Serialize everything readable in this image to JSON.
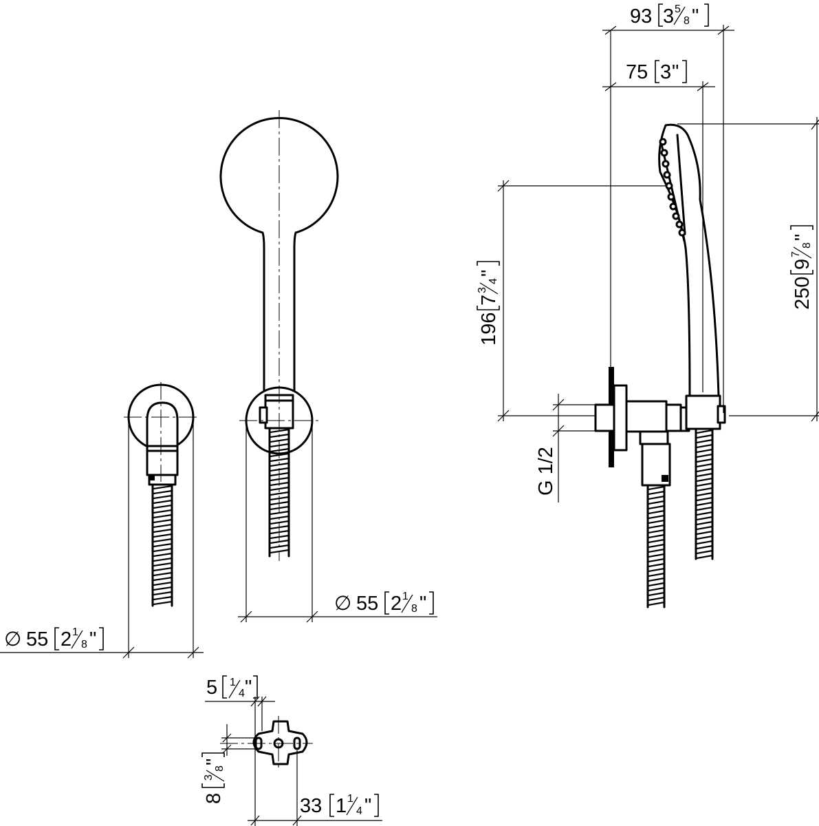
{
  "dimensions": {
    "overall_depth": {
      "mm": "93",
      "inch": "3",
      "frac_num": "5",
      "frac_den": "8",
      "unit": "\""
    },
    "head_depth": {
      "mm": "75",
      "inch": "3",
      "unit": "\""
    },
    "overall_height": {
      "mm": "250",
      "inch": "9",
      "frac_num": "7",
      "frac_den": "8",
      "unit": "\""
    },
    "outlet_height": {
      "mm": "196",
      "inch": "7",
      "frac_num": "3",
      "frac_den": "4",
      "unit": "\""
    },
    "thread": {
      "label": "G 1/2"
    },
    "rosette_diameter_left": {
      "symbol": "∅",
      "mm": "55",
      "inch": "2",
      "frac_num": "1",
      "frac_den": "8",
      "unit": "\""
    },
    "rosette_diameter_right": {
      "symbol": "∅",
      "mm": "55",
      "inch": "2",
      "frac_num": "1",
      "frac_den": "8",
      "unit": "\""
    },
    "plate_thickness": {
      "mm": "5",
      "frac_num": "1",
      "frac_den": "4",
      "unit": "\""
    },
    "hole_diameter": {
      "mm": "8",
      "frac_num": "3",
      "frac_den": "8",
      "unit": "\""
    },
    "hole_spacing": {
      "mm": "33",
      "inch": "1",
      "frac_num": "1",
      "frac_den": "4",
      "unit": "\""
    }
  }
}
